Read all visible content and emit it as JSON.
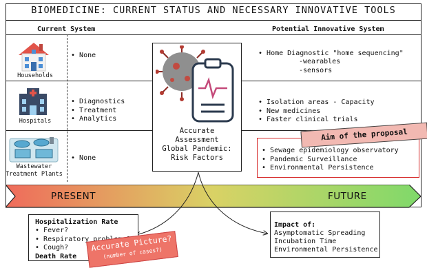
{
  "title": "BIOMEDICINE: CURRENT STATUS AND NECESSARY INNOVATIVE TOOLS",
  "headers": {
    "current": "Current System",
    "potential": "Potential Innovative System"
  },
  "rows": [
    {
      "label": "Households",
      "current": [
        "None"
      ]
    },
    {
      "label": "Hospitals",
      "current": [
        "Diagnostics",
        "Treatment",
        "Analytics"
      ]
    },
    {
      "label_line1": "Wastewater",
      "label_line2": "Treatment Plants",
      "current": [
        "None"
      ]
    }
  ],
  "potential": {
    "households_line1": "Home Diagnostic \"home sequencing\"",
    "households_line2": "-wearables",
    "households_line3": "-sensors",
    "hospitals": [
      "Isolation areas - Capacity",
      "New medicines",
      "Faster clinical trials"
    ],
    "wastewater": [
      "Sewage epidemiology observatory",
      "Pandemic Surveillance",
      "Environmental Persistence"
    ]
  },
  "aim_label": "Aim of the proposal",
  "center": {
    "line1": "Accurate",
    "line2": "Assessment",
    "line3": "Global Pandemic:",
    "line4": "Risk Factors"
  },
  "timeline": {
    "present": "PRESENT",
    "future": "FUTURE"
  },
  "left_box": {
    "heading": "Hospitalization Rate",
    "items": [
      "Fever?",
      "Respiratory problems?",
      "Cough?"
    ],
    "footer": "Death Rate"
  },
  "accurate_tag": {
    "line1": "Accurate Picture?",
    "line2": "(number of cases?)"
  },
  "right_box": {
    "heading": "Impact of:",
    "lines": [
      "Asymptomatic Spreading",
      "Incubation Time",
      "Environmental Persistence"
    ]
  },
  "colors": {
    "arrow_start": "#ef6b5b",
    "arrow_mid": "#d9d265",
    "arrow_end": "#7fd96a",
    "aim_border": "#d62a2a",
    "tag_red": "#ee7468"
  }
}
